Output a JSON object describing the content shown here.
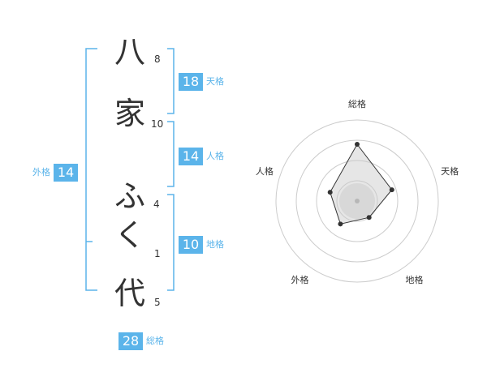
{
  "name_chars": [
    {
      "char": "八",
      "strokes": "8"
    },
    {
      "char": "家",
      "strokes": "10"
    },
    {
      "char": "ふ",
      "strokes": "4"
    },
    {
      "char": "く",
      "strokes": "1"
    },
    {
      "char": "代",
      "strokes": "5"
    }
  ],
  "scores": {
    "tenkaku": {
      "value": "18",
      "label": "天格"
    },
    "jinkaku": {
      "value": "14",
      "label": "人格"
    },
    "chikaku": {
      "value": "10",
      "label": "地格"
    },
    "gaikaku": {
      "value": "14",
      "label": "外格"
    },
    "soukaku": {
      "value": "28",
      "label": "総格"
    }
  },
  "colors": {
    "accent": "#5bb4ea",
    "text": "#333333",
    "grid": "#cccccc"
  },
  "chart_data": {
    "type": "radar",
    "axes": [
      "総格",
      "天格",
      "地格",
      "外格",
      "人格"
    ],
    "values": [
      28,
      18,
      10,
      14,
      14
    ],
    "rings": 4
  }
}
